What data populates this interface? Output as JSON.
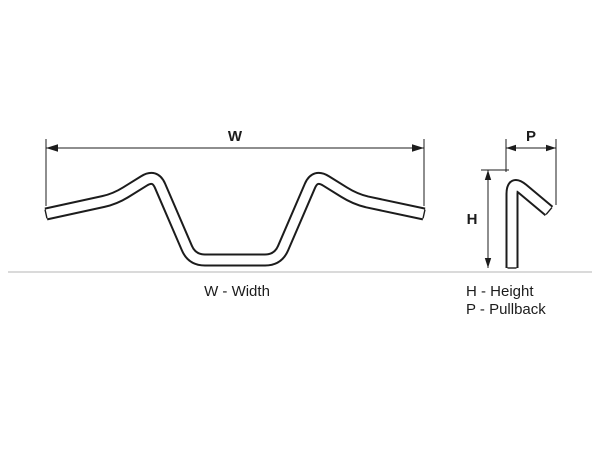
{
  "diagram": {
    "dimensions": {
      "width_label": "W",
      "height_label": "H",
      "pullback_label": "P"
    },
    "legend": {
      "width": "W - Width",
      "height": "H - Height",
      "pullback": "P - Pullback"
    },
    "colors": {
      "line": "#1c1c1c",
      "ground_line": "#b5b5b5",
      "background": "#ffffff"
    }
  }
}
